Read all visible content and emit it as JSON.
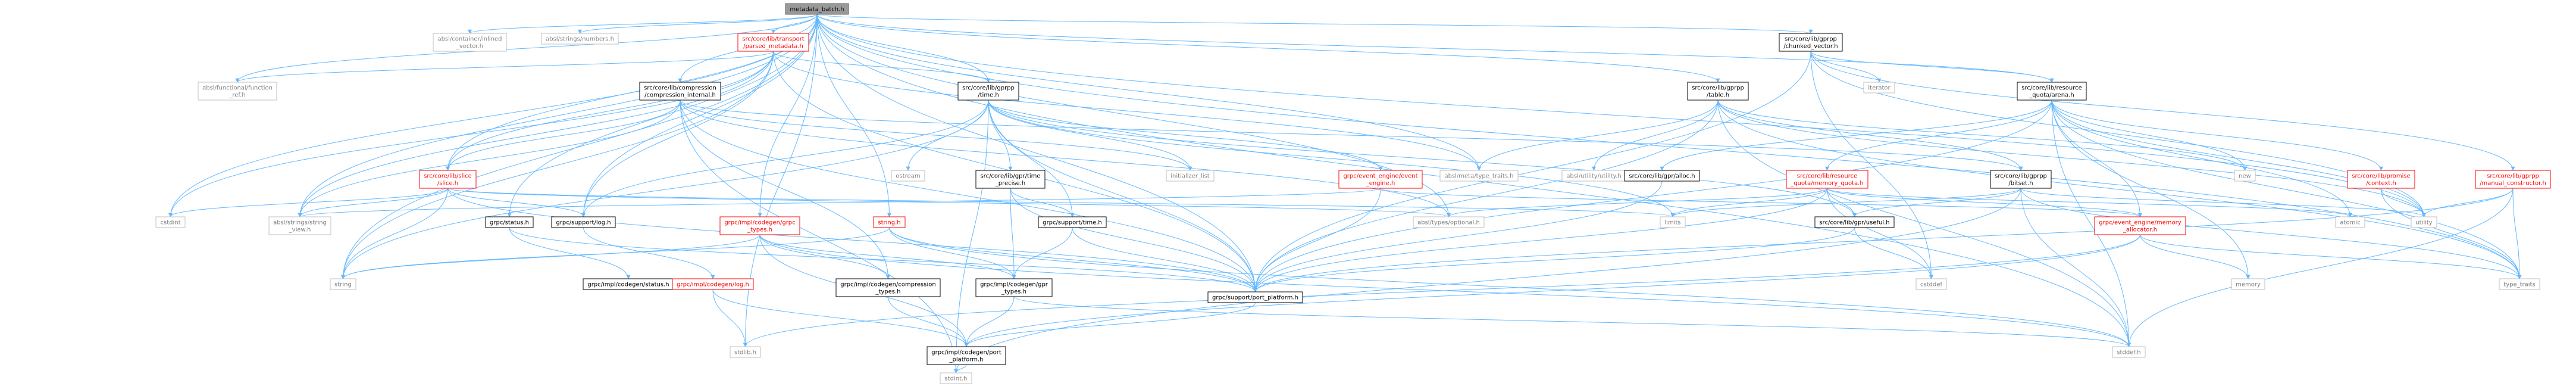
{
  "diagram": {
    "root": "metadata_batch.h",
    "nodes": [
      {
        "id": "root",
        "lines": [
          "metadata_batch.h"
        ],
        "style": "root"
      },
      {
        "id": "inlined_vector",
        "lines": [
          "absl/container/inlined",
          "_vector.h"
        ],
        "style": "gray"
      },
      {
        "id": "numbers",
        "lines": [
          "absl/strings/numbers.h"
        ],
        "style": "gray"
      },
      {
        "id": "parsed_metadata",
        "lines": [
          "src/core/lib/transport",
          "/parsed_metadata.h"
        ],
        "style": "red"
      },
      {
        "id": "chunked_vector",
        "lines": [
          "src/core/lib/gprpp",
          "/chunked_vector.h"
        ],
        "style": "normal"
      },
      {
        "id": "function_ref",
        "lines": [
          "absl/functional/function",
          "_ref.h"
        ],
        "style": "gray"
      },
      {
        "id": "compression_internal",
        "lines": [
          "src/core/lib/compression",
          "/compression_internal.h"
        ],
        "style": "normal"
      },
      {
        "id": "gprpp_time",
        "lines": [
          "src/core/lib/gprpp",
          "/time.h"
        ],
        "style": "normal"
      },
      {
        "id": "gprpp_table",
        "lines": [
          "src/core/lib/gprpp",
          "/table.h"
        ],
        "style": "normal"
      },
      {
        "id": "iterator",
        "lines": [
          "iterator"
        ],
        "style": "gray"
      },
      {
        "id": "resource_quota_arena",
        "lines": [
          "src/core/lib/resource",
          "_quota/arena.h"
        ],
        "style": "normal"
      },
      {
        "id": "cstdint",
        "lines": [
          "cstdint"
        ],
        "style": "gray"
      },
      {
        "id": "slice",
        "lines": [
          "src/core/lib/slice",
          "/slice.h"
        ],
        "style": "red"
      },
      {
        "id": "grpc_status",
        "lines": [
          "grpc/status.h"
        ],
        "style": "normal"
      },
      {
        "id": "support_log",
        "lines": [
          "grpc/support/log.h"
        ],
        "style": "normal"
      },
      {
        "id": "string_view",
        "lines": [
          "absl/strings/string",
          "_view.h"
        ],
        "style": "gray"
      },
      {
        "id": "string",
        "lines": [
          "string"
        ],
        "style": "gray"
      },
      {
        "id": "impl_status",
        "lines": [
          "grpc/impl/codegen/status.h"
        ],
        "style": "normal"
      },
      {
        "id": "impl_log",
        "lines": [
          "grpc/impl/codegen/log.h"
        ],
        "style": "red"
      },
      {
        "id": "stdlib",
        "lines": [
          "stdlib.h"
        ],
        "style": "gray"
      },
      {
        "id": "stdint",
        "lines": [
          "stdint.h"
        ],
        "style": "gray"
      },
      {
        "id": "ostream",
        "lines": [
          "ostream"
        ],
        "style": "gray"
      },
      {
        "id": "initializer_list",
        "lines": [
          "initializer_list"
        ],
        "style": "gray"
      },
      {
        "id": "time_precise",
        "lines": [
          "src/core/lib/gpr/time",
          "_precise.h"
        ],
        "style": "normal"
      },
      {
        "id": "support_time",
        "lines": [
          "grpc/support/time.h"
        ],
        "style": "normal"
      },
      {
        "id": "event_engine",
        "lines": [
          "grpc/event_engine/event",
          "_engine.h"
        ],
        "style": "red"
      },
      {
        "id": "codegen_grpc_types",
        "lines": [
          "grpc/impl/codegen/grpc",
          "_types.h"
        ],
        "style": "red"
      },
      {
        "id": "string_h",
        "lines": [
          "string.h"
        ],
        "style": "red"
      },
      {
        "id": "compression_types",
        "lines": [
          "grpc/impl/codegen/compression",
          "_types.h"
        ],
        "style": "normal"
      },
      {
        "id": "gpr_types",
        "lines": [
          "grpc/impl/codegen/gpr",
          "_types.h"
        ],
        "style": "normal"
      },
      {
        "id": "port_platform_support",
        "lines": [
          "grpc/support/port_platform.h"
        ],
        "style": "normal"
      },
      {
        "id": "port_platform_impl",
        "lines": [
          "grpc/impl/codegen/port",
          "_platform.h"
        ],
        "style": "normal"
      },
      {
        "id": "type_traits_meta",
        "lines": [
          "absl/meta/type_traits.h"
        ],
        "style": "gray"
      },
      {
        "id": "utility_absl",
        "lines": [
          "absl/utility/utility.h"
        ],
        "style": "gray"
      },
      {
        "id": "gpr_alloc",
        "lines": [
          "src/core/lib/gpr/alloc.h"
        ],
        "style": "normal"
      },
      {
        "id": "memory_quota",
        "lines": [
          "src/core/lib/resource",
          "_quota/memory_quota.h"
        ],
        "style": "red"
      },
      {
        "id": "bitset",
        "lines": [
          "src/core/lib/gprpp",
          "/bitset.h"
        ],
        "style": "normal"
      },
      {
        "id": "limits",
        "lines": [
          "limits"
        ],
        "style": "gray"
      },
      {
        "id": "optional",
        "lines": [
          "absl/types/optional.h"
        ],
        "style": "gray"
      },
      {
        "id": "gpr_useful",
        "lines": [
          "src/core/lib/gpr/useful.h"
        ],
        "style": "normal"
      },
      {
        "id": "memory_allocator",
        "lines": [
          "grpc/event_engine/memory",
          "_allocator.h"
        ],
        "style": "red"
      },
      {
        "id": "cstddef",
        "lines": [
          "cstddef"
        ],
        "style": "gray"
      },
      {
        "id": "memory",
        "lines": [
          "memory"
        ],
        "style": "gray"
      },
      {
        "id": "new",
        "lines": [
          "new"
        ],
        "style": "gray"
      },
      {
        "id": "promise_context",
        "lines": [
          "src/core/lib/promise",
          "/context.h"
        ],
        "style": "red"
      },
      {
        "id": "atomic",
        "lines": [
          "atomic"
        ],
        "style": "gray"
      },
      {
        "id": "utility",
        "lines": [
          "utility"
        ],
        "style": "gray"
      },
      {
        "id": "manual_constructor",
        "lines": [
          "src/core/lib/gprpp",
          "/manual_constructor.h"
        ],
        "style": "red"
      },
      {
        "id": "type_traits",
        "lines": [
          "type_traits"
        ],
        "style": "gray"
      },
      {
        "id": "stddef",
        "lines": [
          "stddef.h"
        ],
        "style": "gray"
      }
    ],
    "edges": [
      [
        "root",
        "inlined_vector"
      ],
      [
        "root",
        "numbers"
      ],
      [
        "root",
        "parsed_metadata"
      ],
      [
        "root",
        "chunked_vector"
      ],
      [
        "root",
        "function_ref"
      ],
      [
        "root",
        "compression_internal"
      ],
      [
        "root",
        "gprpp_time"
      ],
      [
        "root",
        "gprpp_table"
      ],
      [
        "root",
        "resource_quota_arena"
      ],
      [
        "root",
        "cstdint"
      ],
      [
        "root",
        "slice"
      ],
      [
        "root",
        "grpc_status"
      ],
      [
        "root",
        "support_log"
      ],
      [
        "root",
        "string_view"
      ],
      [
        "root",
        "string"
      ],
      [
        "root",
        "stdlib"
      ],
      [
        "root",
        "port_platform_support"
      ],
      [
        "root",
        "type_traits_meta"
      ],
      [
        "root",
        "optional"
      ],
      [
        "root",
        "utility"
      ],
      [
        "root",
        "type_traits"
      ],
      [
        "root",
        "stddef"
      ],
      [
        "root",
        "string_h"
      ],
      [
        "root",
        "codegen_grpc_types"
      ],
      [
        "parsed_metadata",
        "function_ref"
      ],
      [
        "parsed_metadata",
        "slice"
      ],
      [
        "parsed_metadata",
        "gprpp_time"
      ],
      [
        "parsed_metadata",
        "string_view"
      ],
      [
        "parsed_metadata",
        "cstdint"
      ],
      [
        "parsed_metadata",
        "port_platform_support"
      ],
      [
        "parsed_metadata",
        "type_traits_meta"
      ],
      [
        "parsed_metadata",
        "string"
      ],
      [
        "parsed_metadata",
        "support_log"
      ],
      [
        "chunked_vector",
        "resource_quota_arena"
      ],
      [
        "chunked_vector",
        "manual_constructor"
      ],
      [
        "chunked_vector",
        "iterator"
      ],
      [
        "chunked_vector",
        "port_platform_support"
      ],
      [
        "chunked_vector",
        "utility"
      ],
      [
        "chunked_vector",
        "cstddef"
      ],
      [
        "compression_internal",
        "slice"
      ],
      [
        "compression_internal",
        "compression_types"
      ],
      [
        "compression_internal",
        "initializer_list"
      ],
      [
        "compression_internal",
        "stdint"
      ],
      [
        "compression_internal",
        "string_view"
      ],
      [
        "compression_internal",
        "optional"
      ],
      [
        "compression_internal",
        "port_platform_support"
      ],
      [
        "compression_internal",
        "bitset"
      ],
      [
        "gprpp_time",
        "ostream"
      ],
      [
        "gprpp_time",
        "initializer_list"
      ],
      [
        "gprpp_time",
        "time_precise"
      ],
      [
        "gprpp_time",
        "support_time"
      ],
      [
        "gprpp_time",
        "event_engine"
      ],
      [
        "gprpp_time",
        "port_platform_support"
      ],
      [
        "gprpp_time",
        "gpr_useful"
      ],
      [
        "gprpp_time",
        "limits"
      ],
      [
        "gprpp_time",
        "stdint"
      ],
      [
        "gprpp_time",
        "string"
      ],
      [
        "gprpp_time",
        "support_log"
      ],
      [
        "gprpp_table",
        "type_traits_meta"
      ],
      [
        "gprpp_table",
        "utility_absl"
      ],
      [
        "gprpp_table",
        "bitset"
      ],
      [
        "gprpp_table",
        "new"
      ],
      [
        "gprpp_table",
        "utility"
      ],
      [
        "gprpp_table",
        "type_traits"
      ],
      [
        "gprpp_table",
        "port_platform_support"
      ],
      [
        "gprpp_table",
        "stddef"
      ],
      [
        "resource_quota_arena",
        "gpr_alloc"
      ],
      [
        "resource_quota_arena",
        "memory_quota"
      ],
      [
        "resource_quota_arena",
        "promise_context"
      ],
      [
        "resource_quota_arena",
        "new"
      ],
      [
        "resource_quota_arena",
        "utility"
      ],
      [
        "resource_quota_arena",
        "atomic"
      ],
      [
        "resource_quota_arena",
        "memory"
      ],
      [
        "resource_quota_arena",
        "stddef"
      ],
      [
        "resource_quota_arena",
        "memory_allocator"
      ],
      [
        "resource_quota_arena",
        "type_traits"
      ],
      [
        "resource_quota_arena",
        "port_platform_support"
      ],
      [
        "slice",
        "support_log"
      ],
      [
        "slice",
        "string_view"
      ],
      [
        "slice",
        "string"
      ],
      [
        "slice",
        "cstdint"
      ],
      [
        "slice",
        "port_platform_support"
      ],
      [
        "slice",
        "limits"
      ],
      [
        "slice",
        "optional"
      ],
      [
        "grpc_status",
        "impl_status"
      ],
      [
        "grpc_status",
        "port_platform_support"
      ],
      [
        "support_log",
        "impl_log"
      ],
      [
        "impl_log",
        "stdlib"
      ],
      [
        "impl_log",
        "port_platform_impl"
      ],
      [
        "time_precise",
        "support_time"
      ],
      [
        "time_precise",
        "port_platform_support"
      ],
      [
        "time_precise",
        "gpr_types"
      ],
      [
        "support_time",
        "gpr_types"
      ],
      [
        "support_time",
        "port_platform_support"
      ],
      [
        "event_engine",
        "port_platform_support"
      ],
      [
        "event_engine",
        "memory_allocator"
      ],
      [
        "event_engine",
        "string_view"
      ],
      [
        "codegen_grpc_types",
        "compression_types"
      ],
      [
        "codegen_grpc_types",
        "gpr_types"
      ],
      [
        "codegen_grpc_types",
        "port_platform_impl"
      ],
      [
        "codegen_grpc_types",
        "stddef"
      ],
      [
        "codegen_grpc_types",
        "string"
      ],
      [
        "string_h",
        "gpr_types"
      ],
      [
        "string_h",
        "port_platform_support"
      ],
      [
        "string_h",
        "string"
      ],
      [
        "string_h",
        "stddef"
      ],
      [
        "compression_types",
        "port_platform_impl"
      ],
      [
        "gpr_types",
        "port_platform_impl"
      ],
      [
        "gpr_types",
        "stddef"
      ],
      [
        "port_platform_support",
        "port_platform_impl"
      ],
      [
        "port_platform_impl",
        "stdint"
      ],
      [
        "memory_quota",
        "gpr_useful"
      ],
      [
        "memory_quota",
        "memory_allocator"
      ],
      [
        "memory_quota",
        "optional"
      ],
      [
        "memory_quota",
        "port_platform_support"
      ],
      [
        "memory_quota",
        "limits"
      ],
      [
        "memory_quota",
        "cstddef"
      ],
      [
        "memory_quota",
        "atomic"
      ],
      [
        "bitset",
        "gpr_useful"
      ],
      [
        "bitset",
        "utility"
      ],
      [
        "bitset",
        "type_traits"
      ],
      [
        "bitset",
        "limits"
      ],
      [
        "bitset",
        "stdint"
      ],
      [
        "bitset",
        "stddef"
      ],
      [
        "gpr_useful",
        "cstddef"
      ],
      [
        "gpr_useful",
        "port_platform_support"
      ],
      [
        "memory_allocator",
        "memory"
      ],
      [
        "memory_allocator",
        "type_traits"
      ],
      [
        "memory_allocator",
        "stdlib"
      ],
      [
        "memory_allocator",
        "port_platform_impl"
      ],
      [
        "promise_context",
        "utility"
      ],
      [
        "promise_context",
        "type_traits"
      ],
      [
        "manual_constructor",
        "utility"
      ],
      [
        "manual_constructor",
        "type_traits"
      ],
      [
        "manual_constructor",
        "stddef"
      ],
      [
        "manual_constructor",
        "port_platform_support"
      ],
      [
        "gpr_alloc",
        "port_platform_support"
      ]
    ]
  }
}
